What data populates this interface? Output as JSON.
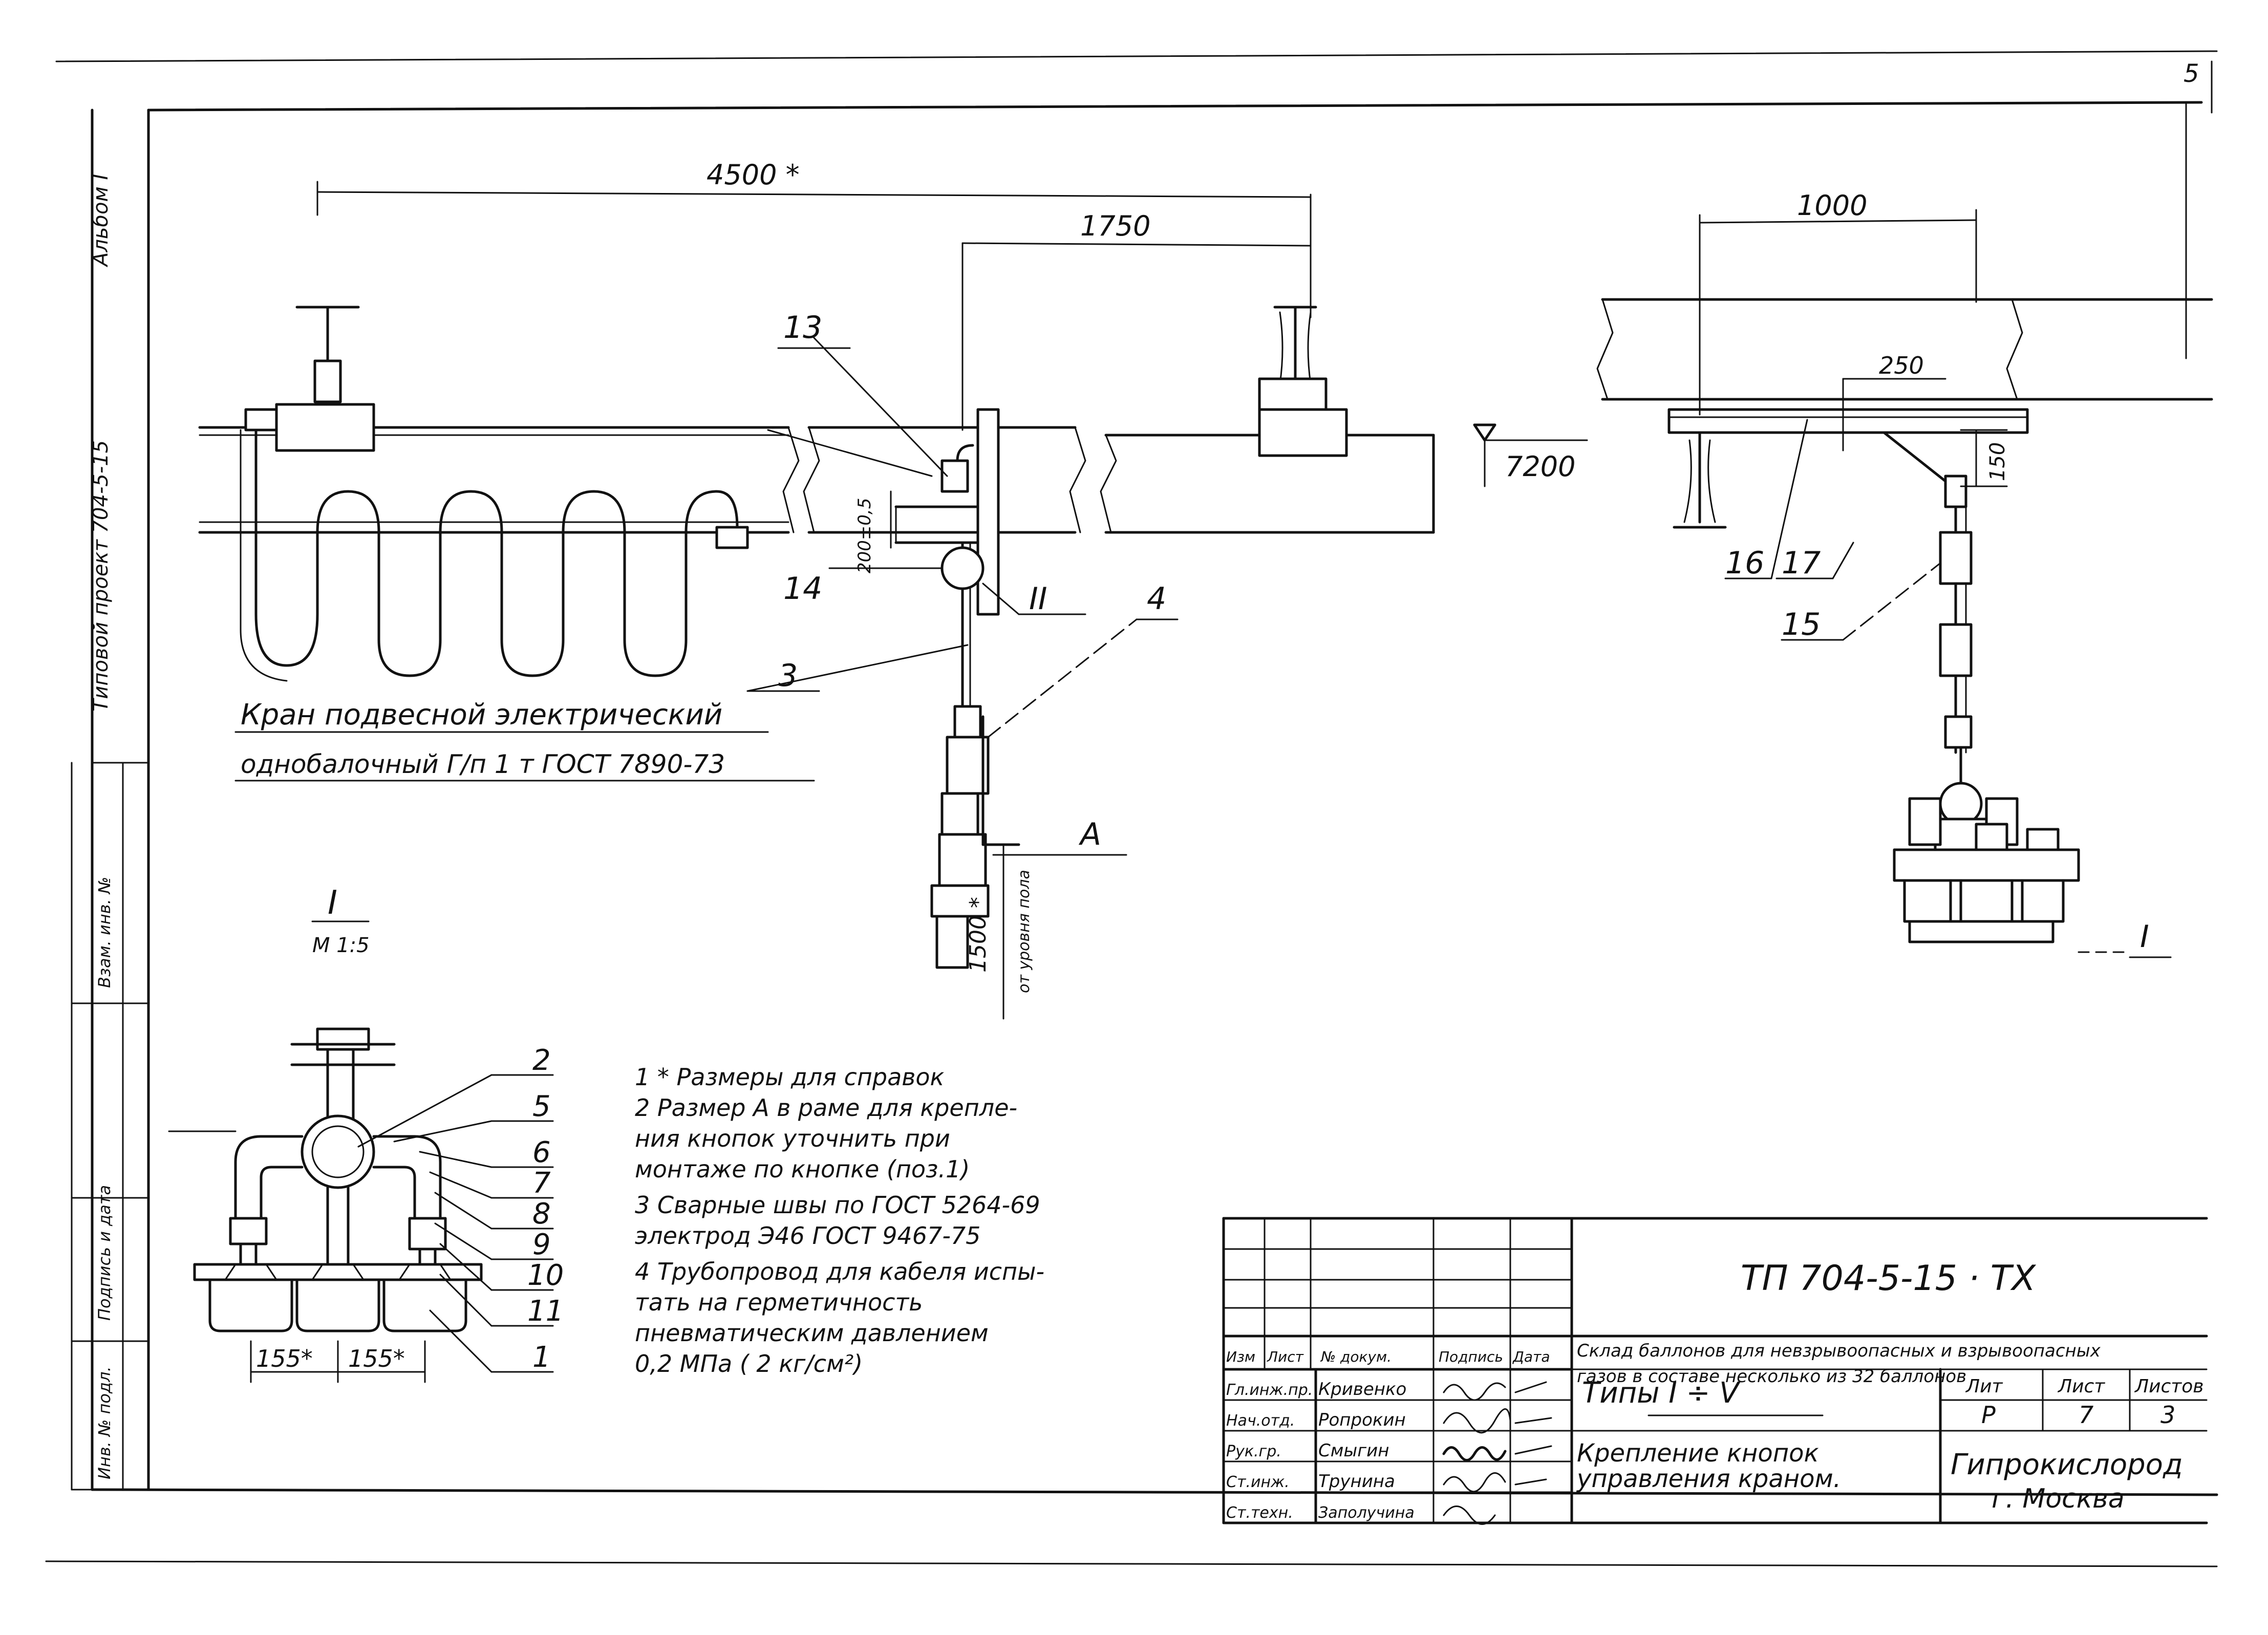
{
  "side_stamp": {
    "album": "Альбом I",
    "project": "Типовой проект 704-5-15",
    "row1": "Взам. инв. №",
    "row2": "Подпись и дата",
    "row3": "Инв. № подл."
  },
  "dimensions": {
    "d4500": "4500 *",
    "d1750": "1750",
    "d1000": "1000",
    "d250": "250",
    "d150v": "150",
    "d7200": "7200",
    "d1500": "1500 *",
    "d1500_note": "от уровня пола",
    "d200": "200±0,5",
    "d155a": "155*",
    "d155b": "155*"
  },
  "callouts": {
    "c13": "13",
    "c14": "14",
    "c3": "3",
    "c4": "4",
    "c2": "II",
    "cA": "А",
    "c16": "16",
    "c17": "17",
    "c15": "15",
    "c1ref": "I",
    "d1": "1",
    "d2": "2",
    "d5": "5",
    "d6": "6",
    "d7": "7",
    "d8": "8",
    "d9": "9",
    "d10": "10",
    "d11": "11"
  },
  "crane_label": {
    "line1": "Кран подвесной электрический",
    "line2": "однобалочный    Г/п 1 т  ГОСТ 7890-73"
  },
  "detail_view": {
    "title": "I",
    "scale": "М 1:5"
  },
  "notes": [
    "1 * Размеры для справок",
    "2  Размер  А  в раме для крепле-",
    "    ния кнопок  уточнить при",
    "    монтаже  по кнопке (поз.1)",
    "3  Сварные  швы  по  ГОСТ 5264-69",
    "    электрод Э46  ГОСТ  9467-75",
    "4  Трубопровод для кабеля испы-",
    "    тать на герметичность",
    "    пневматическим давлением",
    "                 0,2 МПа ( 2 кг/см²)"
  ],
  "title_block": {
    "code": "ТП 704-5-15 · ТХ",
    "project_desc1": "Склад баллонов для невзрывоопасных и взрывоопасных",
    "project_desc2": "газов в составе     несколько из 32 баллонов",
    "types": "Типы  I ÷ V",
    "sheet_name1": "Крепление кнопок",
    "sheet_name2": "управления краном.",
    "org1": "Гипрокислород",
    "org2": "г. Москва",
    "hdr_lit": "Лит",
    "hdr_sheet": "Лист",
    "hdr_sheets": "Листов",
    "val_lit": "Р",
    "val_sheet": "7",
    "val_sheets": "3",
    "col_izm": "Изм",
    "col_list": "Лист",
    "col_doc": "№ докум.",
    "col_sign": "Подпись",
    "col_date": "Дата",
    "roles": [
      "Гл.инж.пр.",
      "Нач.отд.",
      "Рук.гр.",
      "Ст.инж.",
      "Ст.техн."
    ],
    "names": [
      "Кривенко",
      "Ропрокин",
      "Смыгин",
      "Трунина",
      "Заполучина"
    ]
  },
  "corner_mark": "5"
}
